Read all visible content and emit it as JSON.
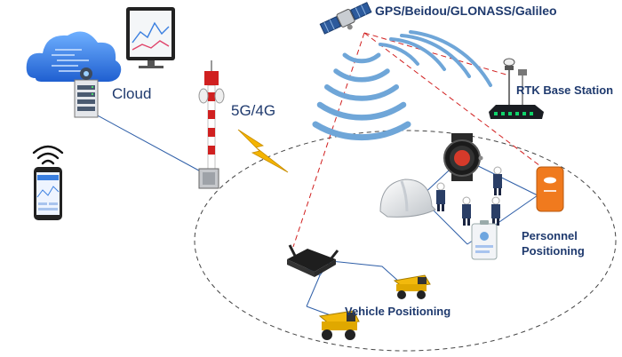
{
  "labels": {
    "satellite": "GPS/Beidou/GLONASS/Galileo",
    "cloud": "Cloud",
    "network": "5G/4G",
    "rtk": "RTK Base Station",
    "personnel_line1": "Personnel",
    "personnel_line2": "Positioning",
    "vehicle": "Vehicle Positioning"
  },
  "icons": {
    "satellite": "satellite-icon",
    "cloud": "cloud-icon",
    "monitor": "monitor-icon",
    "server": "server-icon",
    "tower": "cell-tower-icon",
    "lightning": "lightning-icon",
    "wifi": "wifi-icon",
    "phone": "smartphone-icon",
    "rtk": "rtk-base-station-icon",
    "helmet": "hard-hat-icon",
    "watch": "smartwatch-icon",
    "worker": "worker-icon",
    "badge": "id-badge-icon",
    "tracker": "gps-tracker-icon",
    "router": "vehicle-router-icon",
    "truck": "mining-truck-icon"
  },
  "colors": {
    "label": "#1f3a6e",
    "signal_wave": "#6fa6d8",
    "signal_link": "#d11f1f",
    "network_line": "#2f5fa8",
    "cloud_blue": "#3a7fe0",
    "lightning": "#f4b400",
    "tracker_orange": "#f07a1e",
    "truck_yellow": "#f2b90c"
  }
}
